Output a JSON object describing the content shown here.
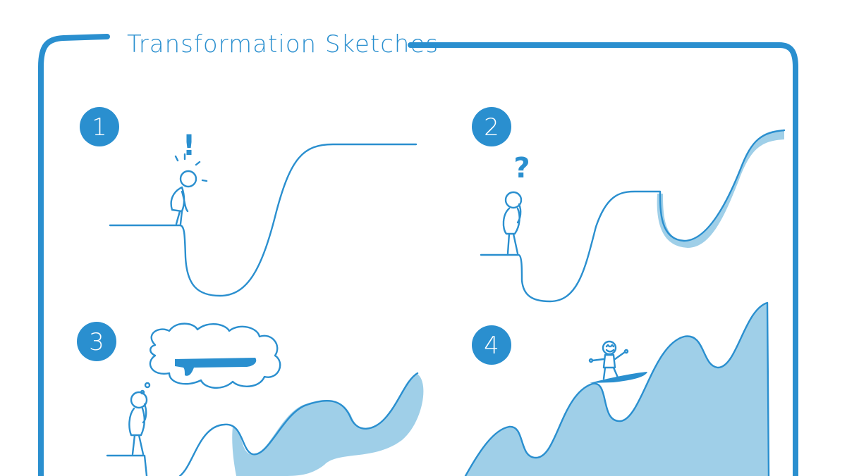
{
  "title": "Transformation Sketches",
  "panels": [
    {
      "number": "1",
      "mark": "!"
    },
    {
      "number": "2",
      "mark": "?"
    },
    {
      "number": "3"
    },
    {
      "number": "4"
    }
  ],
  "colors": {
    "ink": "#2a8fcf",
    "fill": "#9fcfe8"
  }
}
